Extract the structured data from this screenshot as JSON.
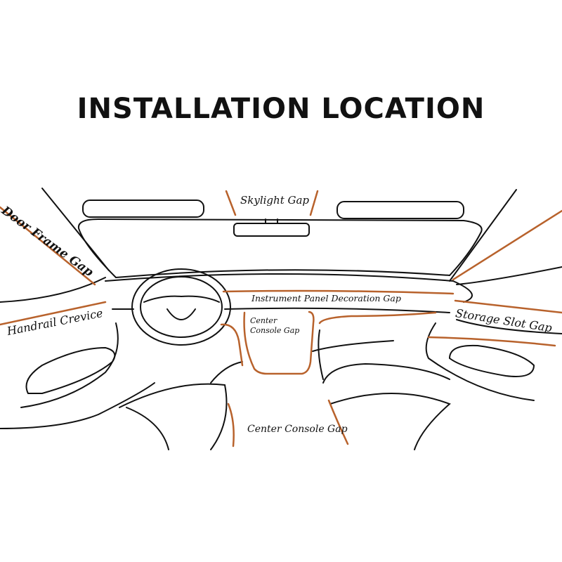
{
  "title": "INSTALLATION LOCATION",
  "labels": {
    "skylight": "Skylight Gap",
    "door_frame": "Door Frame Gap",
    "instrument_panel": "Instrument Panel Decoration Gap",
    "center_console_upper": "Center Console Gap",
    "handrail": "Handrail Crevice",
    "storage_slot": "Storage Slot Gap",
    "center_console_lower": "Center Console Gap"
  },
  "colors": {
    "gap_line": "#b8622c",
    "outline": "#111111"
  }
}
